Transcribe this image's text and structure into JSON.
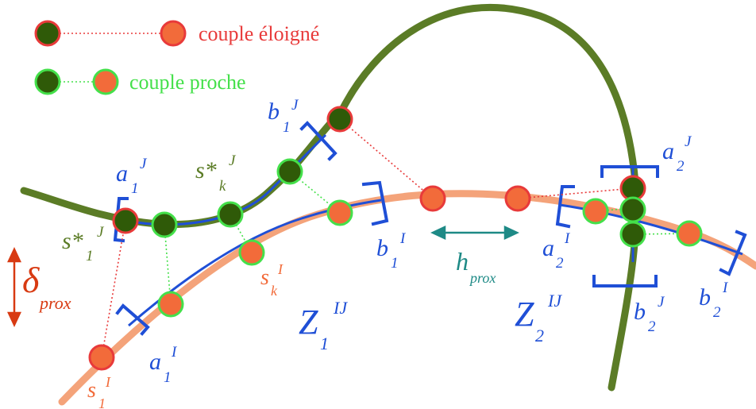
{
  "legend": {
    "far_pair": "couple éloigné",
    "near_pair": "couple proche"
  },
  "labels": {
    "b1J": {
      "base": "b",
      "sub": "1",
      "sup": "J"
    },
    "a1J": {
      "base": "a",
      "sub": "1",
      "sup": "J"
    },
    "skJ": {
      "base": "s*",
      "sub": "k",
      "sup": "J"
    },
    "s1J": {
      "base": "s*",
      "sub": "1",
      "sup": "J"
    },
    "a2J": {
      "base": "a",
      "sub": "2",
      "sup": "J"
    },
    "b1I": {
      "base": "b",
      "sub": "1",
      "sup": "I"
    },
    "a2I": {
      "base": "a",
      "sub": "2",
      "sup": "I"
    },
    "b2I": {
      "base": "b",
      "sub": "2",
      "sup": "I"
    },
    "b2J": {
      "base": "b",
      "sub": "2",
      "sup": "J"
    },
    "skI": {
      "base": "s",
      "sub": "k",
      "sup": "I"
    },
    "a1I": {
      "base": "a",
      "sub": "1",
      "sup": "I"
    },
    "s1I": {
      "base": "s",
      "sub": "1",
      "sup": "I"
    },
    "Z1": {
      "base": "Z",
      "sub": "1",
      "sup": "IJ"
    },
    "Z2": {
      "base": "Z",
      "sub": "2",
      "sup": "IJ"
    },
    "delta": {
      "base": "δ",
      "sub": "prox"
    },
    "hprox": {
      "base": "h",
      "sub": "prox"
    }
  },
  "colors": {
    "curveJ": "#5b7c26",
    "curveI": "#f4a37a",
    "zone": "#1f4fd6",
    "pointDark": "#2f5a08",
    "pointOrange": "#f26b3a",
    "far": "#e83a3a",
    "near": "#44e04a",
    "arrowH": "#1e8a86",
    "arrowD": "#d83a12"
  }
}
